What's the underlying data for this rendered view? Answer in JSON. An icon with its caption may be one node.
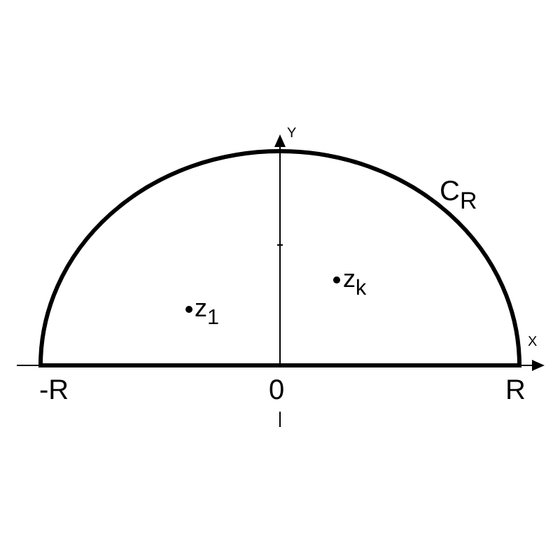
{
  "diagram": {
    "labels": [
      "Y",
      "C$_{R}$",
      "z$_{k}$",
      "z$_{1}$",
      "X",
      "-R",
      "0",
      "R"
    ]
  }
}
